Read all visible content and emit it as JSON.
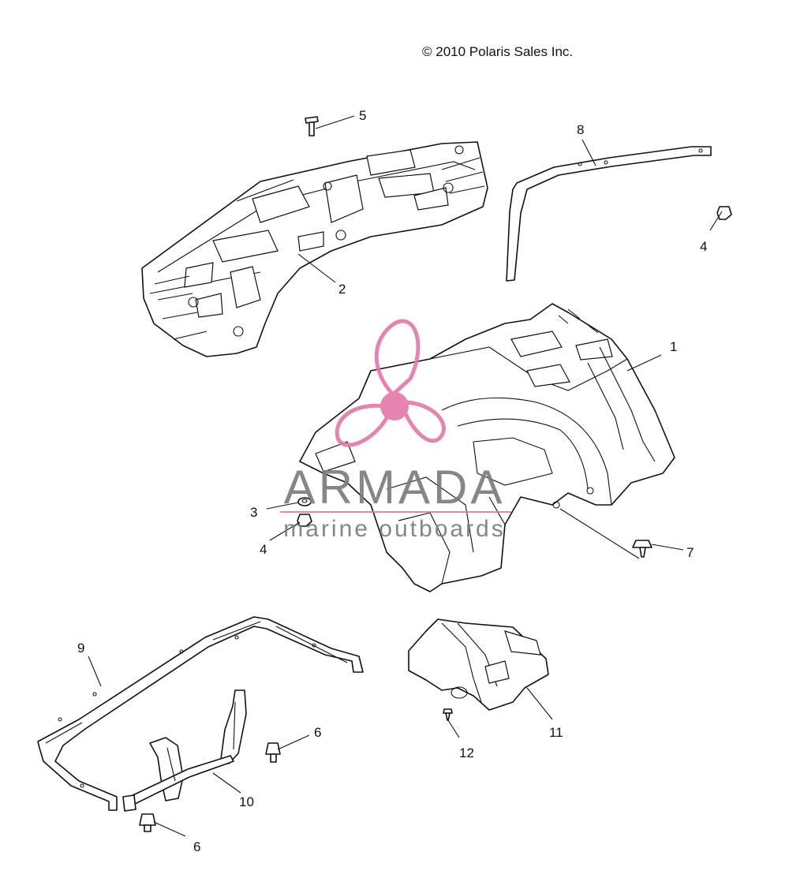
{
  "copyright": "© 2010 Polaris Sales Inc.",
  "watermark": {
    "brand": "ARMADA",
    "tagline": "marine outboards",
    "logo_color": "#e27aa9",
    "text_color": "#7c7c7c"
  },
  "callouts": {
    "c1": "1",
    "c2": "2",
    "c3": "3",
    "c4a": "4",
    "c4b": "4",
    "c5": "5",
    "c6a": "6",
    "c6b": "6",
    "c7": "7",
    "c8": "8",
    "c9": "9",
    "c10": "10",
    "c11": "11",
    "c12": "12"
  }
}
